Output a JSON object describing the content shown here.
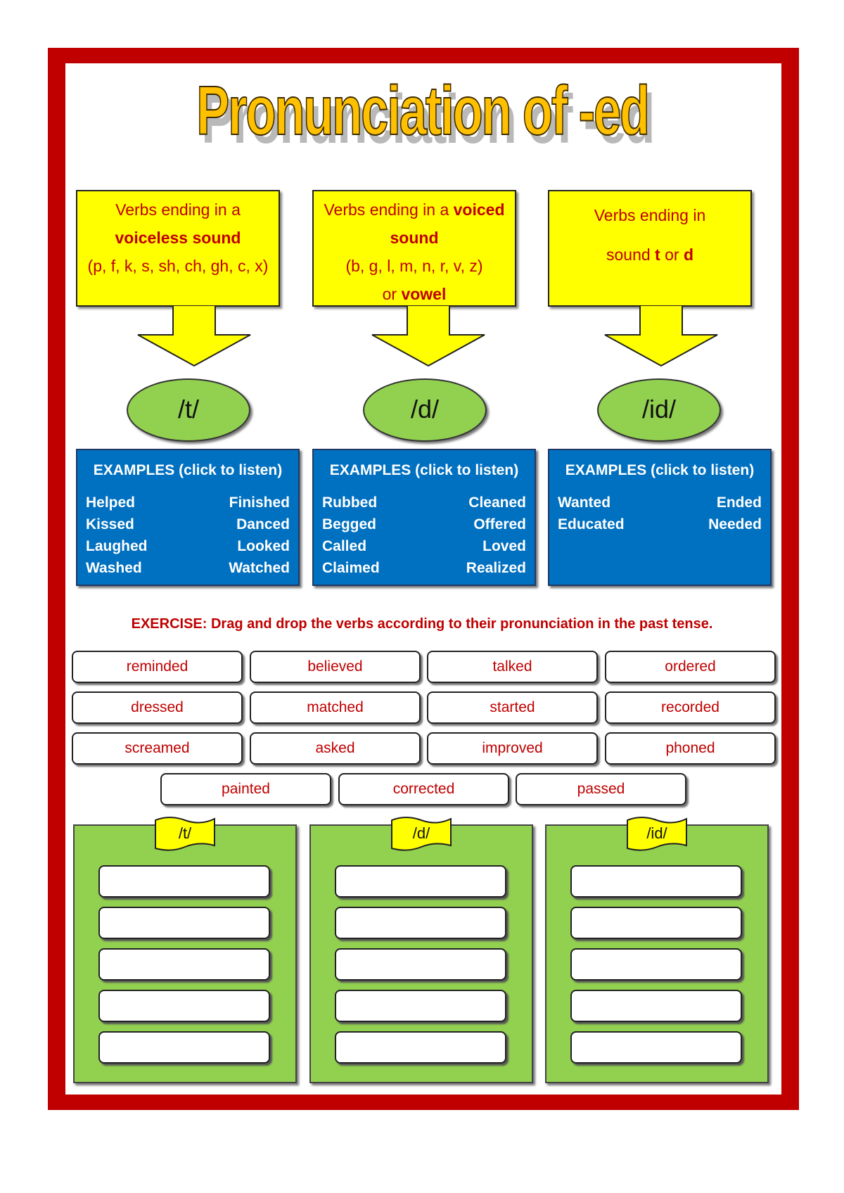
{
  "title": "Pronunciation of -ed",
  "categories": [
    {
      "rule_lines": [
        [
          {
            "t": "Verbs ending in a",
            "b": false
          }
        ],
        [
          {
            "t": "voiceless sound",
            "b": true
          }
        ],
        [
          {
            "t": "(p, f, k, s, sh, ch, gh,  c, x)",
            "b": false
          }
        ]
      ],
      "sound": "/t/",
      "examples_heading": "EXAMPLES (click to listen)",
      "examples": [
        "Helped",
        "Finished",
        "Kissed",
        "Danced",
        "Laughed",
        "Looked",
        "Washed",
        "Watched"
      ]
    },
    {
      "rule_lines": [
        [
          {
            "t": "Verbs ending in a ",
            "b": false
          },
          {
            "t": "voiced",
            "b": true
          }
        ],
        [
          {
            "t": "sound",
            "b": true
          }
        ],
        [
          {
            "t": "(b, g, l, m, n, r, v, z)",
            "b": false
          }
        ],
        [
          {
            "t": "or ",
            "b": false
          },
          {
            "t": "vowel",
            "b": true
          }
        ]
      ],
      "sound": "/d/",
      "examples_heading": "EXAMPLES (click to listen)",
      "examples": [
        "Rubbed",
        "Cleaned",
        "Begged",
        "Offered",
        "Called",
        "Loved",
        "Claimed",
        "Realized"
      ]
    },
    {
      "rule_lines": [
        [
          {
            "t": "Verbs ending in",
            "b": false
          }
        ],
        [
          {
            "t": "sound ",
            "b": false
          },
          {
            "t": "t",
            "b": true
          },
          {
            "t": " or ",
            "b": false
          },
          {
            "t": "d",
            "b": true
          }
        ]
      ],
      "sound": "/id/",
      "examples_heading": "EXAMPLES (click to listen)",
      "examples": [
        "Wanted",
        "Ended",
        "Educated",
        "Needed"
      ]
    }
  ],
  "exercise": {
    "instruction": "EXERCISE: Drag and drop the verbs according to their pronunciation in the past tense.",
    "verbs": [
      "reminded",
      "believed",
      "talked",
      "ordered",
      "dressed",
      "matched",
      "started",
      "recorded",
      "screamed",
      "asked",
      "improved",
      "phoned",
      "painted",
      "corrected",
      "passed"
    ]
  },
  "drop_zones": [
    {
      "label": "/t/",
      "slots": 5
    },
    {
      "label": "/d/",
      "slots": 5
    },
    {
      "label": "/id/",
      "slots": 5
    }
  ],
  "colors": {
    "frame_red": "#c00000",
    "title_gold": "#ffc000",
    "rule_yellow": "#ffff00",
    "sound_green": "#92d050",
    "examples_blue": "#0070c0",
    "text_red": "#c00000"
  }
}
